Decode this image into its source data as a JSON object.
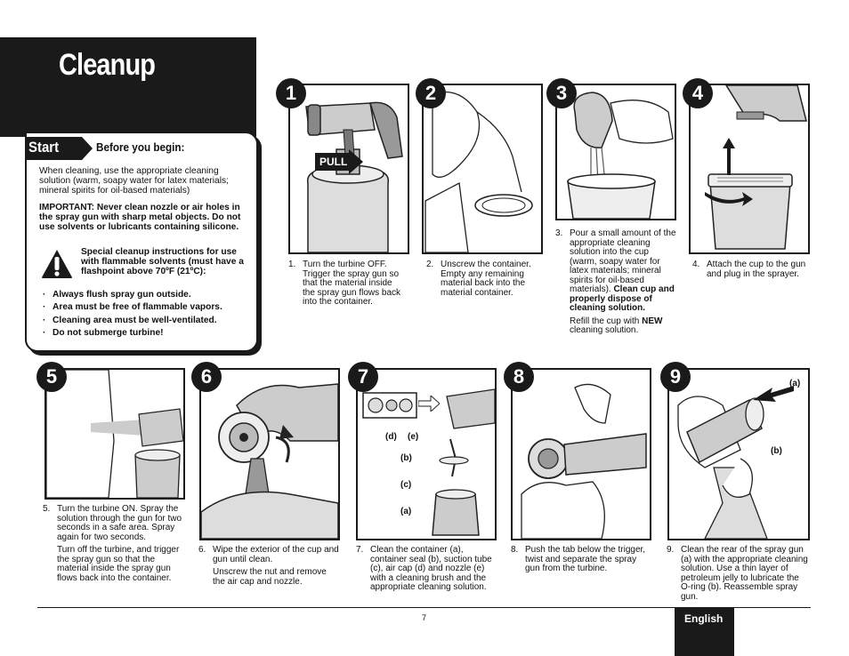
{
  "header": {
    "title": "Cleanup"
  },
  "start": {
    "tab_label": "Start",
    "before_label": "Before you begin:",
    "intro": "When cleaning, use the appropriate cleaning solution (warm, soapy water for latex materials; mineral spirits for oil-based materials)",
    "important": "IMPORTANT:  Never clean nozzle or air holes in the spray gun with sharp metal objects.  Do not use solvents or lubricants containing silicone.",
    "warning": "Special cleanup instructions for use with flammable solvents (must have a flashpoint above 70ºF (21ºC):",
    "bullets": [
      "Always flush spray gun outside.",
      "Area must be free of flammable vapors.",
      "Cleaning area must be well-ventilated.",
      "Do not submerge turbine!"
    ]
  },
  "steps": [
    {
      "num": "1",
      "caption_num": "1.",
      "paragraphs": [
        "Turn the turbine OFF. Trigger the spray gun so that the material inside the spray gun flows back into the container."
      ],
      "pull_label": "PULL"
    },
    {
      "num": "2",
      "caption_num": "2.",
      "paragraphs": [
        "Unscrew the container. Empty any remaining material back into the material container."
      ]
    },
    {
      "num": "3",
      "caption_num": "3.",
      "p1_pre": "Pour a small amount of the appropriate cleaning solution into the cup (warm, soapy water for latex materials; mineral spirits for oil-based materials). ",
      "p1_bold": "Clean cup and properly dispose of cleaning solution.",
      "p2_pre": "Refill the cup with ",
      "p2_bold": "NEW",
      "p2_post": " cleaning solution."
    },
    {
      "num": "4",
      "caption_num": "4.",
      "paragraphs": [
        "Attach the cup to the gun and plug in the sprayer."
      ]
    },
    {
      "num": "5",
      "caption_num": "5.",
      "paragraphs": [
        "Turn the turbine ON.  Spray the solution through the gun for two seconds in a safe area.  Spray again for two seconds.",
        "Turn off the turbine, and trigger the spray gun so that the material inside the spray gun flows back into the container."
      ]
    },
    {
      "num": "6",
      "caption_num": "6.",
      "paragraphs": [
        "Wipe the exterior of the cup and gun until clean.",
        "Unscrew the nut and remove the air cap and nozzle."
      ]
    },
    {
      "num": "7",
      "caption_num": "7.",
      "paragraphs": [
        "Clean the container (a), container seal (b), suction tube (c), air cap (d) and nozzle (e) with a cleaning brush and the appropriate cleaning solution."
      ],
      "labels": {
        "d": "(d)",
        "e": "(e)",
        "b": "(b)",
        "c": "(c)",
        "a": "(a)"
      }
    },
    {
      "num": "8",
      "caption_num": "8.",
      "paragraphs": [
        "Push the tab below the trigger, twist and separate the spray gun from the turbine."
      ]
    },
    {
      "num": "9",
      "caption_num": "9.",
      "paragraphs": [
        "Clean the rear of the spray gun (a) with the appropriate cleaning solution.  Use a thin layer of petroleum jelly to lubricate the O-ring (b). Reassemble spray gun."
      ],
      "labels": {
        "a": "(a)",
        "b": "(b)"
      }
    }
  ],
  "footer": {
    "page_number": "7",
    "language": "English"
  },
  "colors": {
    "dark": "#1a1a1a",
    "background": "#ffffff"
  },
  "icons": [
    "warning-icon",
    "pull-arrow-icon",
    "up-arrow-icon",
    "rotate-arrow-icon",
    "insert-arrow-icon"
  ]
}
